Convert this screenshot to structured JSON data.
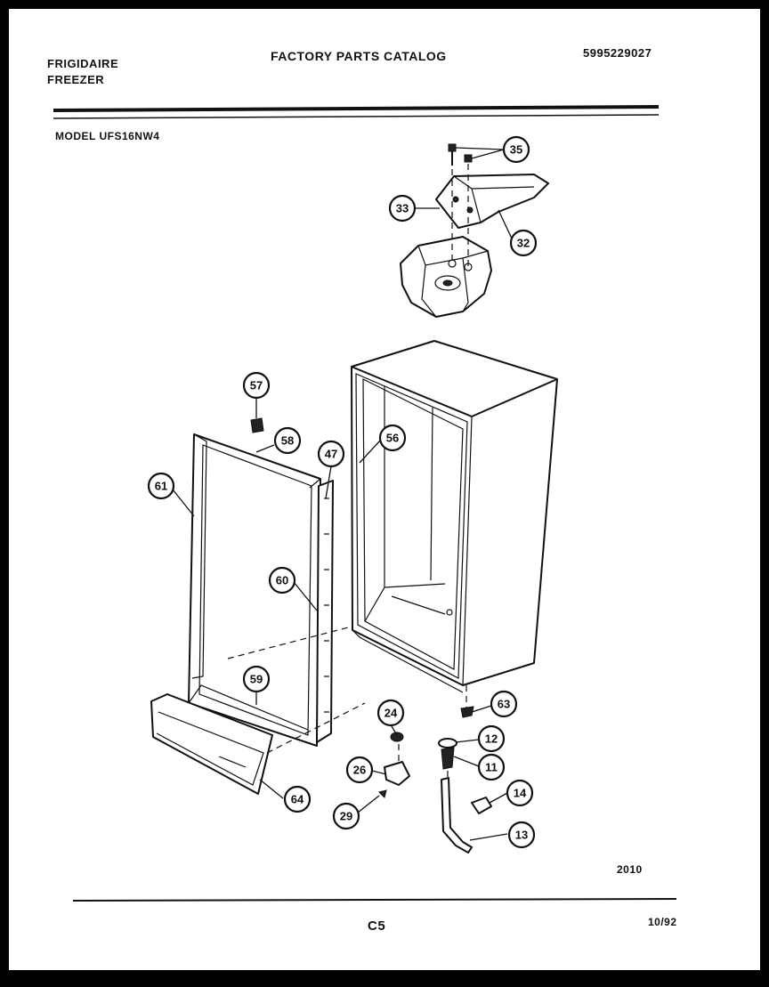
{
  "header": {
    "brand": "FRIGIDAIRE",
    "product": "FREEZER",
    "catalog_title": "FACTORY PARTS CATALOG",
    "catalog_number": "5995229027",
    "model": "MODEL UFS16NW4"
  },
  "footer": {
    "page_code": "C5",
    "date": "10/92",
    "figure_number": "2010"
  },
  "callouts": [
    "35",
    "33",
    "32",
    "57",
    "58",
    "47",
    "56",
    "61",
    "60",
    "59",
    "64",
    "63",
    "24",
    "12",
    "26",
    "11",
    "14",
    "29",
    "13"
  ]
}
